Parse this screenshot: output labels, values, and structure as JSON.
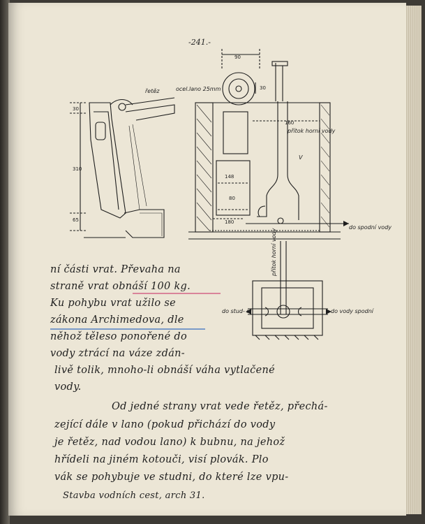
{
  "page_number": "-241.-",
  "figure_left": {
    "label_chain": "řetěz",
    "label_rope": "ocel.lano 25mm",
    "dim_top": "30",
    "dim_mid": "310",
    "dim_bottom": "65"
  },
  "figure_right": {
    "dim_width": "90",
    "dim_wheel": "30",
    "dim_160": "160",
    "dim_148": "148",
    "dim_80": "80",
    "dim_180": "180",
    "label_inflow": "přítok horní vody",
    "label_v": "V",
    "label_outflow": "do spodní vody"
  },
  "figure_small": {
    "label_inflow": "přítok horní vody",
    "label_to_well": "do stud- ní",
    "label_to_lower": "do vody spodní"
  },
  "text_lines": [
    "ní části vrat. Převaha na",
    "straně vrat obnáší 100 kg.",
    "Ku pohybu vrat užilo se",
    "zákona Archimedova, dle",
    "něhož těleso ponořené do",
    "vody ztrácí na váze zdán-",
    "livě tolik, mnoho-li obnáší váha vytlačené",
    "vody.",
    "Od jedné strany vrat vede řetěz, přechá-",
    "zející dále v lano (pokud přichází do vody",
    "je řetěz, nad vodou lano) k bubnu, na jehož",
    "hřídeli na jiném kotouči, visí plovák. Plo",
    "vák se pohybuje ve studni, do které lze vpu-"
  ],
  "footer": "Stavba vodních cest, arch 31."
}
